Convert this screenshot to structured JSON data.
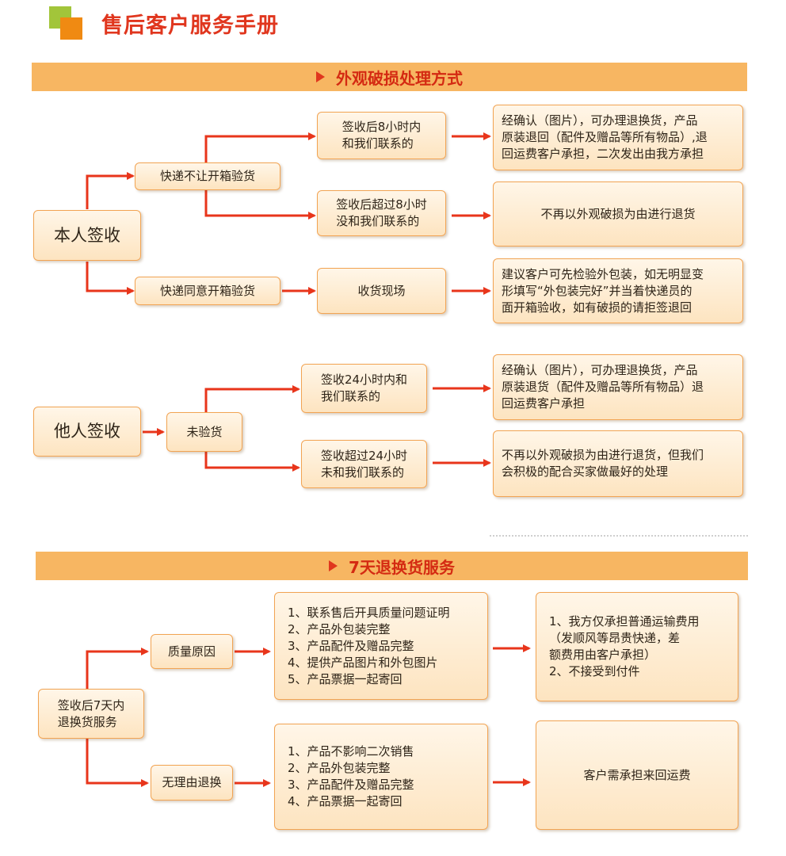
{
  "header": {
    "title": "售后客户服务手册"
  },
  "section1": {
    "title": "外观破损处理方式",
    "self_sign": {
      "root": "本人签收",
      "branch1": "快递不让开箱验货",
      "branch1_case1": "签收后8小时内\n和我们联系的",
      "branch1_case1_result": "经确认（图片），可办理退换货，产品\n原装退回（配件及赠品等所有物品）,退\n回运费客户承担，二次发出由我方承担",
      "branch1_case2": "签收后超过8小时\n没和我们联系的",
      "branch1_case2_result": "不再以外观破损为由进行退货",
      "branch2": "快递同意开箱验货",
      "branch2_case": "收货现场",
      "branch2_result": "建议客户可先检验外包装，如无明显变\n形填写“外包装完好”并当着快递员的\n面开箱验收，如有破损的请拒签退回"
    },
    "other_sign": {
      "root": "他人签收",
      "branch": "未验货",
      "case1": "签收24小时内和\n我们联系的",
      "case1_result": "经确认（图片），可办理退换货，产品\n原装退货（配件及赠品等所有物品）退\n回运费客户承担",
      "case2": "签收超过24小时\n未和我们联系的",
      "case2_result": "不再以外观破损为由进行退货，但我们\n会积极的配合买家做最好的处理"
    }
  },
  "section2": {
    "title": "7天退换货服务",
    "root": "签收后7天内\n退换货服务",
    "quality": {
      "label": "质量原因",
      "conditions": "1、联系售后开具质量问题证明\n2、产品外包装完整\n3、产品配件及赠品完整\n4、提供产品图片和外包图片\n5、产品票据一起寄回",
      "result": "1、我方仅承担普通运输费用\n（发顺风等昂贵快递，差\n额费用由客户承担）\n2、不接受到付件"
    },
    "no_reason": {
      "label": "无理由退换",
      "conditions": "1、产品不影响二次销售\n2、产品外包装完整\n3、产品配件及赠品完整\n4、产品票据一起寄回",
      "result": "客户需承担来回运费"
    }
  },
  "colors": {
    "accent": "#e0361e",
    "banner": "#f7b662",
    "box_border": "#f2a453",
    "logo_green": "#a2c53a",
    "logo_orange": "#f08a12"
  }
}
